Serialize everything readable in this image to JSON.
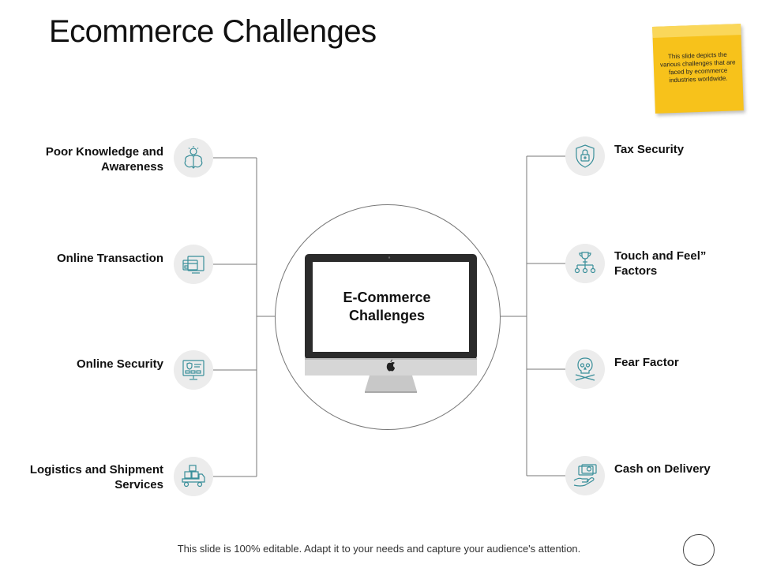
{
  "title": "Ecommerce Challenges",
  "sticky_note": "This slide depicts the various challenges that are faced by ecommerce industries worldwide.",
  "center": {
    "label": "E-Commerce Challenges"
  },
  "left_items": [
    {
      "label": "Poor Knowledge and Awareness",
      "icon": "brain-bulb-icon"
    },
    {
      "label": "Online Transaction",
      "icon": "credit-card-icon"
    },
    {
      "label": "Online Security",
      "icon": "secure-monitor-icon"
    },
    {
      "label": "Logistics and Shipment Services",
      "icon": "delivery-truck-icon"
    }
  ],
  "right_items": [
    {
      "label": "Tax Security",
      "icon": "shield-lock-icon"
    },
    {
      "label": "Touch and Feel” Factors",
      "icon": "trophy-hierarchy-icon"
    },
    {
      "label": "Fear Factor",
      "icon": "skull-crossbones-icon"
    },
    {
      "label": "Cash on Delivery",
      "icon": "cash-hand-icon"
    }
  ],
  "footer": "This slide is 100% editable. Adapt it to your needs and capture your audience's attention.",
  "colors": {
    "icon_stroke": "#3a8f9a",
    "sticky": "#f7c21b",
    "icon_bg": "#ececec"
  }
}
